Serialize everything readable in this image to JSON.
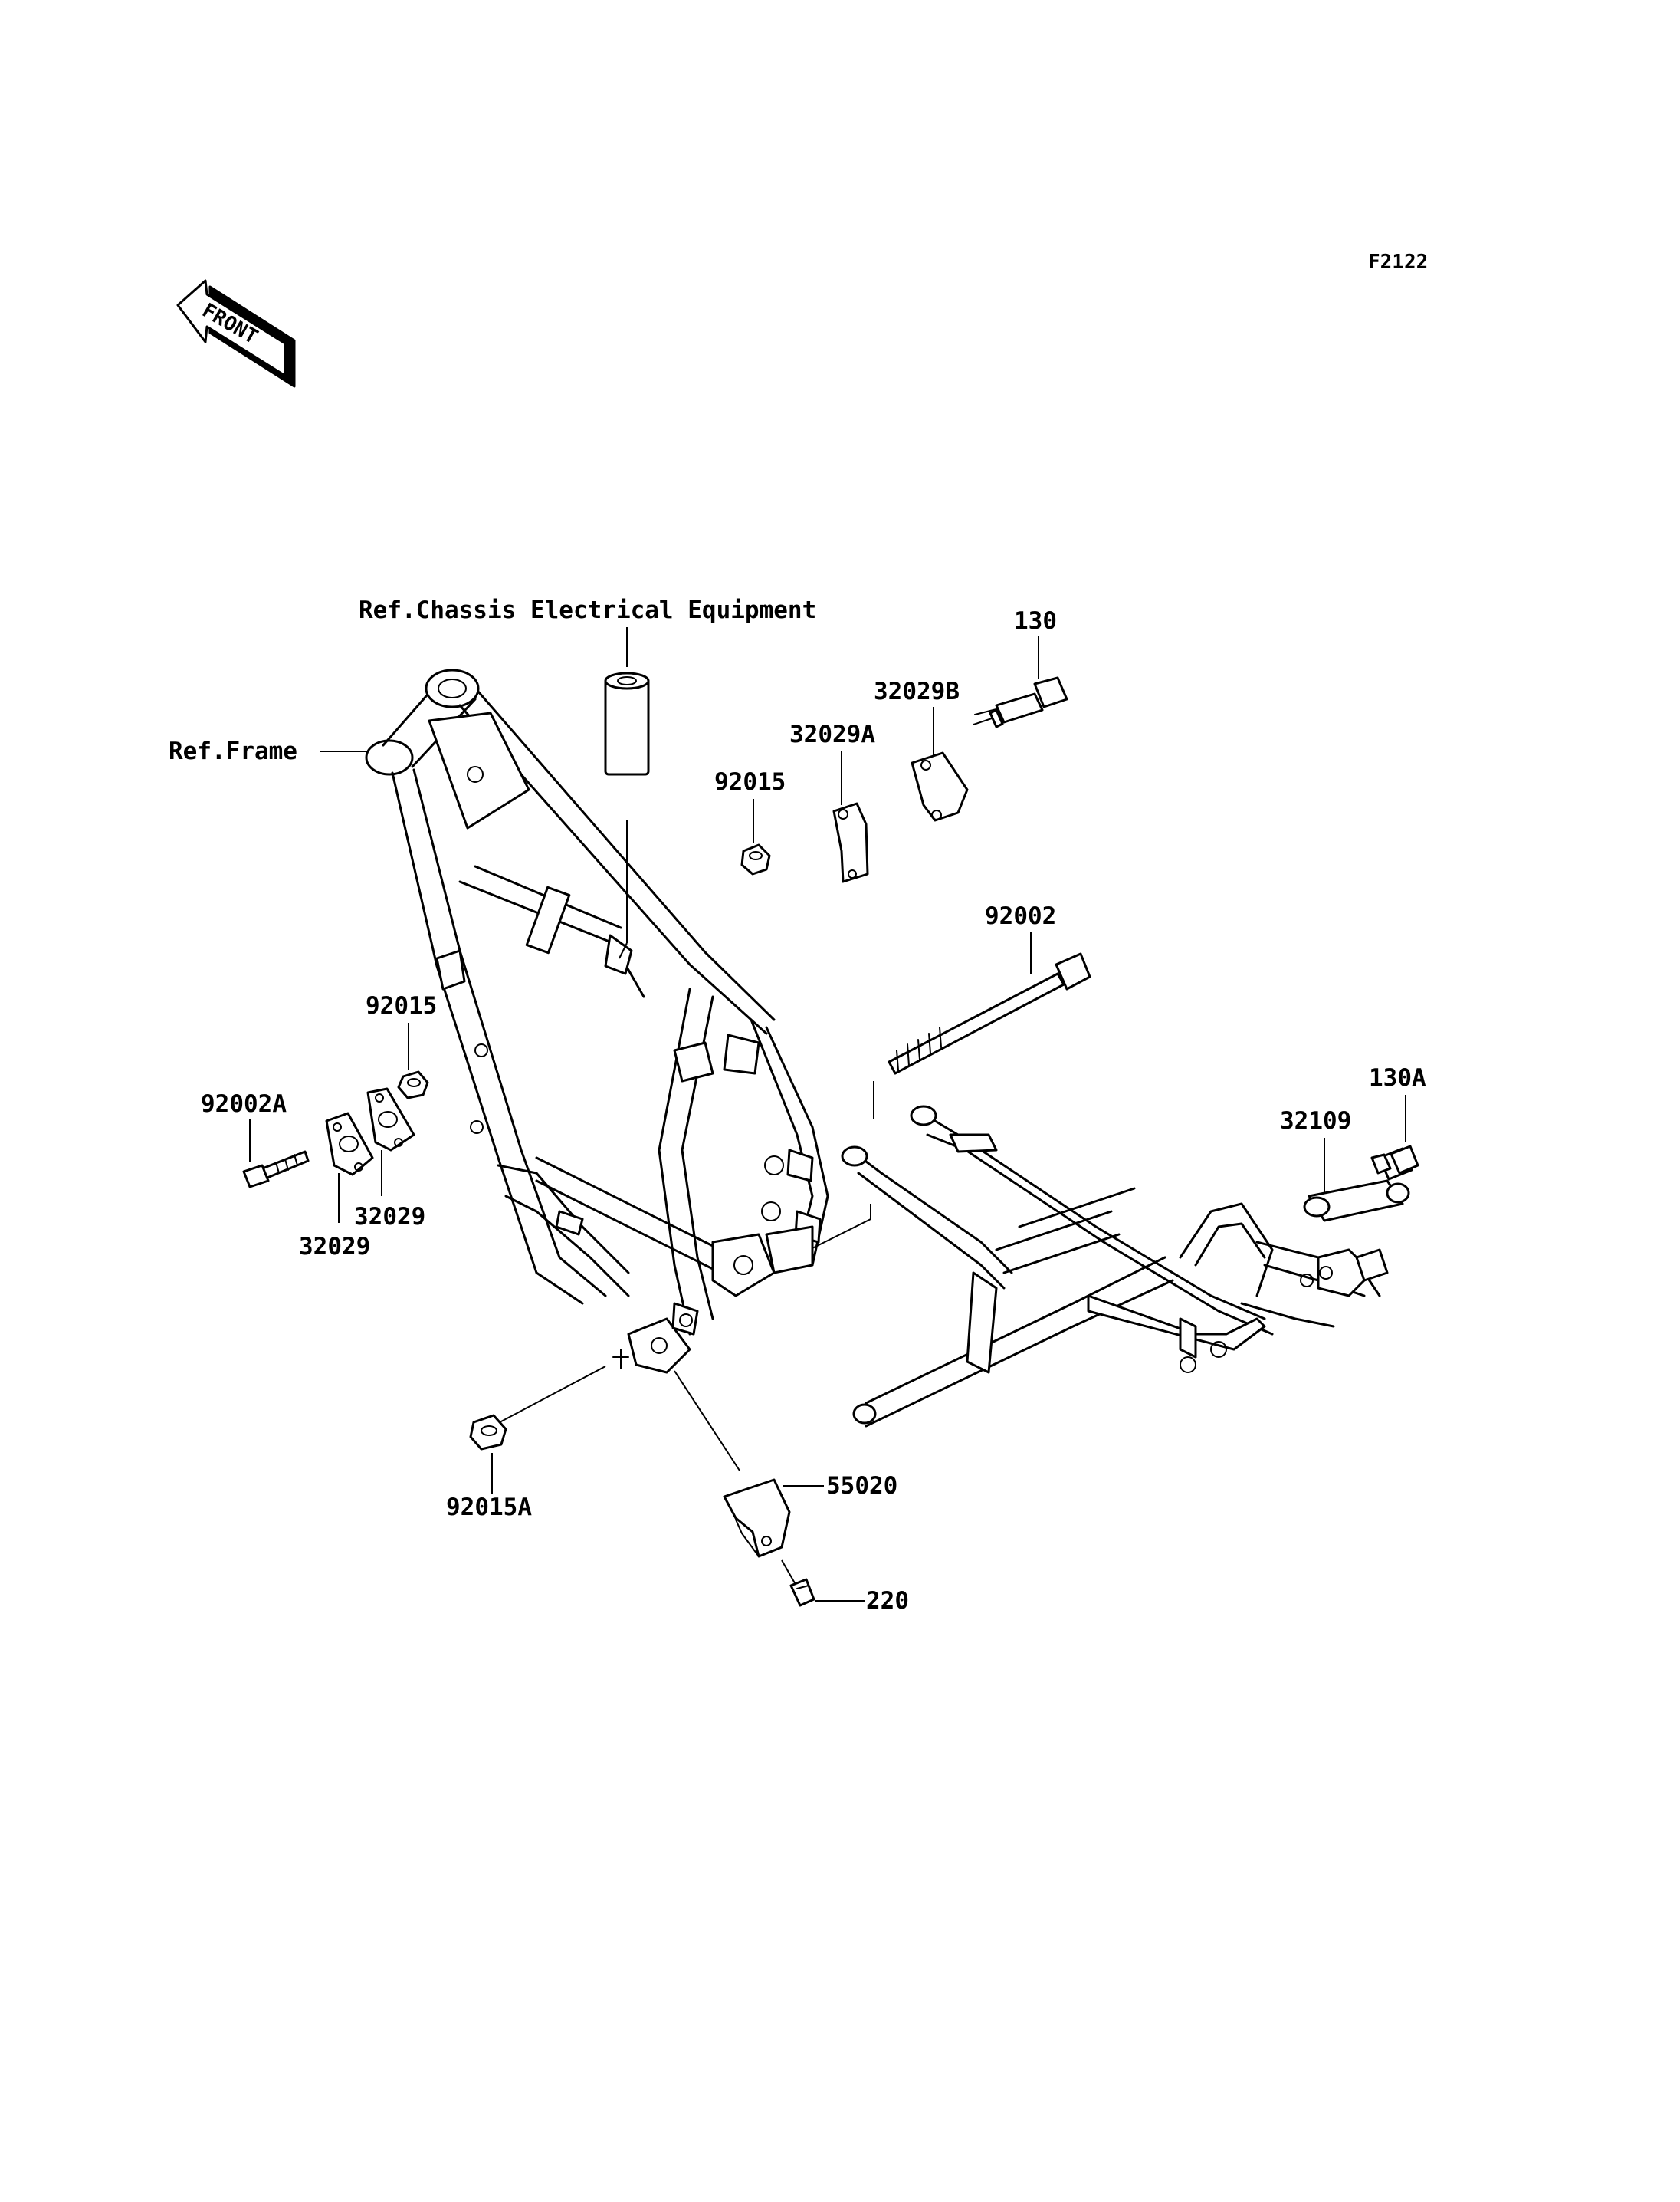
{
  "figure_code": "F2122",
  "front_badge": "FRONT",
  "references": {
    "chassis_electrical": "Ref.Chassis Electrical Equipment",
    "frame": "Ref.Frame"
  },
  "callouts": {
    "p130": "130",
    "p130a": "130A",
    "p32029b": "32029B",
    "p32029a": "32029A",
    "p92015_top": "92015",
    "p92002": "92002",
    "p92015_left": "92015",
    "p92002a": "92002A",
    "p32029_upper": "32029",
    "p32029_lower": "32029",
    "p32109": "32109",
    "p92015a": "92015A",
    "p55020": "55020",
    "p220": "220"
  },
  "icons": {
    "front_arrow": "front-arrow-icon"
  }
}
